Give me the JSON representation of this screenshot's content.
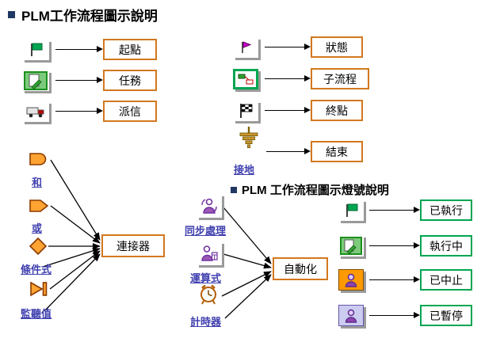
{
  "titles": {
    "main": "PLM工作流程圖示說明",
    "lights": "PLM 工作流程圖示燈號說明"
  },
  "legend_top_left": [
    {
      "icon": "start-flag",
      "label": "起點"
    },
    {
      "icon": "task",
      "label": "任務"
    },
    {
      "icon": "dispatch",
      "label": "派信"
    }
  ],
  "legend_top_right": [
    {
      "icon": "status",
      "label": "狀態"
    },
    {
      "icon": "subprocess",
      "label": "子流程"
    },
    {
      "icon": "finish-flag",
      "label": "終點"
    },
    {
      "icon": "ground",
      "icon_caption": "接地",
      "label": "結束"
    }
  ],
  "connector_group": {
    "shape_labels": [
      "和",
      "或",
      "條件式",
      "監聽值"
    ],
    "shapes": [
      "d-shape",
      "pointed-shape",
      "diamond",
      "play-bar"
    ],
    "target_label": "連接器"
  },
  "automation_group": {
    "item_labels": [
      "同步處理",
      "運算式",
      "計時器"
    ],
    "icons": [
      "sync-person",
      "expression-person",
      "timer-clock"
    ],
    "target_label": "自動化"
  },
  "legend_lights": [
    {
      "icon": "executed-flag",
      "label": "已執行"
    },
    {
      "icon": "running-task",
      "label": "執行中"
    },
    {
      "icon": "aborted-person",
      "label": "已中止"
    },
    {
      "icon": "paused-person",
      "label": "已暫停"
    }
  ],
  "colors": {
    "process_box_border": "#D2781E",
    "light_box_border": "#00A651",
    "link_text": "#4040B0",
    "connector_shape_fill": "#FFA333",
    "connector_shape_stroke": "#8A3B00",
    "flag_green": "#00A651",
    "title_bullet": "#203864"
  }
}
